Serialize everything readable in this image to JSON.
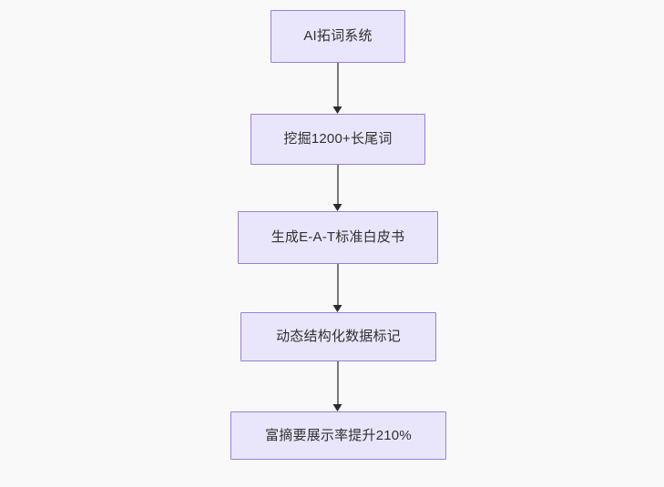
{
  "diagram": {
    "type": "flowchart",
    "direction": "top-to-bottom",
    "background_color": "#f9f9f9",
    "node_fill_color": "#e9e6fb",
    "node_border_color": "#9a7fd9",
    "text_color": "#303030",
    "connector_color": "#77797c",
    "arrowhead_color": "#2b2b2b",
    "nodes": [
      {
        "id": "n0",
        "label": "AI拓词系统"
      },
      {
        "id": "n1",
        "label": "挖掘1200+长尾词"
      },
      {
        "id": "n2",
        "label": "生成E-A-T标准白皮书"
      },
      {
        "id": "n3",
        "label": "动态结构化数据标记"
      },
      {
        "id": "n4",
        "label": "富摘要展示率提升210%"
      }
    ],
    "edges": [
      {
        "id": "e0",
        "from": "n0",
        "to": "n1",
        "label": ""
      },
      {
        "id": "e1",
        "from": "n1",
        "to": "n2",
        "label": ""
      },
      {
        "id": "e2",
        "from": "n2",
        "to": "n3",
        "label": ""
      },
      {
        "id": "e3",
        "from": "n3",
        "to": "n4",
        "label": ""
      }
    ]
  }
}
